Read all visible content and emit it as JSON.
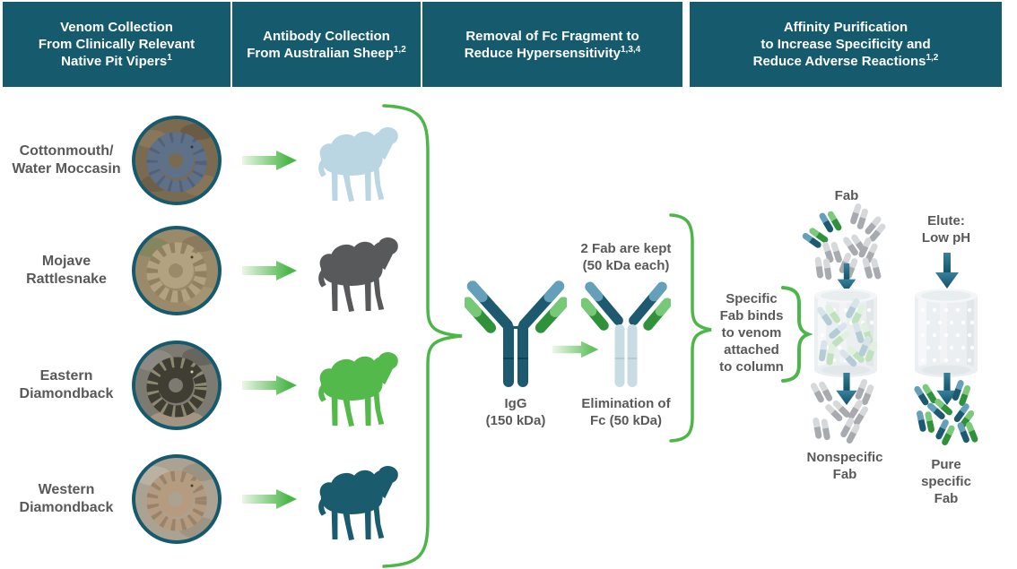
{
  "colors": {
    "teal": "#155a6d",
    "green": "#4cb748",
    "gray_text": "#58595b",
    "antibody_teal": "#1d5a70",
    "antibody_blue": "#64a0ba",
    "antibody_green_light": "#77c877",
    "antibody_green_dark": "#2f9139",
    "fc_pale": "#c9dbe3",
    "fab_gray": "#a7abaf",
    "sheep_fills": [
      "#b9d6e2",
      "#58595b",
      "#53b94a",
      "#1b5b6e"
    ]
  },
  "headers": [
    {
      "lines": [
        "Venom Collection",
        "From Clinically Relevant",
        "Native Pit Vipers"
      ],
      "sup": "1"
    },
    {
      "lines": [
        "Antibody Collection",
        "From Australian Sheep"
      ],
      "sup": "1,2"
    },
    {
      "lines": [
        "Removal of Fc Fragment to",
        "Reduce Hypersensitivity"
      ],
      "sup": "1,3,4"
    },
    {
      "lines": [
        "Affinity Purification",
        "to Increase Specificity and",
        "Reduce Adverse Reactions"
      ],
      "sup": "1,2"
    }
  ],
  "snake_rows": [
    {
      "label": "Cottonmouth/\nWater Moccasin"
    },
    {
      "label": "Mojave\nRattlesnake"
    },
    {
      "label": "Eastern\nDiamondback"
    },
    {
      "label": "Western\nDiamondback"
    }
  ],
  "fc_removal": {
    "kept_label": "2 Fab are kept\n(50 kDa each)",
    "igg_label": "IgG\n(150 kDa)",
    "elimination_label": "Elimination of\nFc (50 kDa)"
  },
  "affinity": {
    "binds_label": "Specific\nFab binds\nto venom\nattached\nto column",
    "fab_label": "Fab",
    "elute_label": "Elute:\nLow pH",
    "nonspecific_label": "Nonspecific\nFab",
    "pure_label": "Pure\nspecific\nFab"
  }
}
